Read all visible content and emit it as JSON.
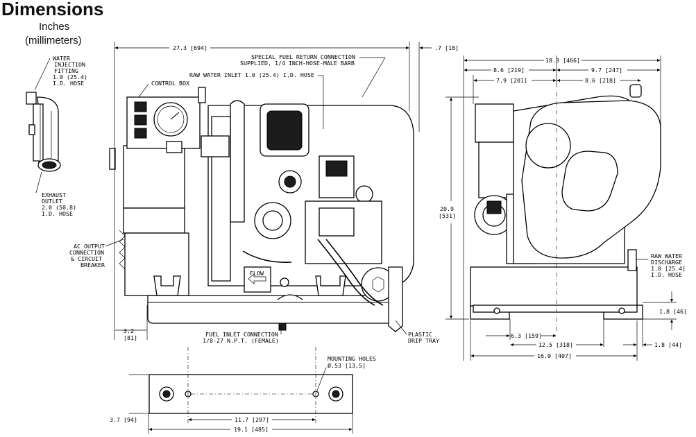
{
  "title": "Dimensions",
  "units": {
    "line1": "Inches",
    "line2": "(millimeters)"
  },
  "side_view": {
    "water_injection": [
      "WATER",
      "INJECTION",
      "FITTING",
      "1.0 (25.4)",
      "I.D. HOSE"
    ],
    "exhaust_outlet": [
      "EXHAUST",
      "OUTLET",
      "2.0 (50.8)",
      "I.D. HOSE"
    ],
    "control_box": "CONTROL BOX",
    "ac_output": [
      "AC OUTPUT",
      "CONNECTION",
      "& CIRCUIT",
      "BREAKER"
    ],
    "fuel_return": [
      "SPECIAL FUEL RETURN CONNECTION",
      "SUPPLIED, 1/4 INCH-HOSE-MALE BARB"
    ],
    "raw_water_inlet": "RAW WATER INLET 1.0 (25.4) I.D. HOSE",
    "fuel_inlet": [
      "FUEL INLET CONNECTION",
      "1/8-27 N.P.T. (FEMALE)"
    ],
    "drip_tray": [
      "PLASTIC",
      "DRIP TRAY"
    ],
    "flow_label": "FLOW",
    "dims": {
      "overall_length": "27.3 [694]",
      "overhang": ".7 [18]",
      "front_offset": [
        "3.2",
        "[81]"
      ]
    }
  },
  "end_view": {
    "raw_water_discharge": [
      "RAW WATER",
      "DISCHARGE",
      "1.0 [25.4]",
      "I.D. HOSE"
    ],
    "dims": {
      "overall_width": "18.3 [466]",
      "left_to_center": "8.6 [219]",
      "center_to_right": "9.7 [247]",
      "left_offset": "7.9 [201]",
      "right_offset": "8.6 [218]",
      "height": [
        "20.9",
        "[531]"
      ],
      "base_height": "1.8 [46]",
      "base_width_inner": "6.3 [159]",
      "base_width_mid": "12.5 [318]",
      "base_width_outer": "16.0 [407]",
      "right_margin": "1.8 [44]"
    }
  },
  "mount_view": {
    "mounting_holes": [
      "MOUNTING HOLES",
      "Ø.53 [13,5]"
    ],
    "dims": {
      "height": "3.7 [94]",
      "hole_spacing": "11.7 [297]",
      "overall_length": "19.1 [485]"
    }
  }
}
